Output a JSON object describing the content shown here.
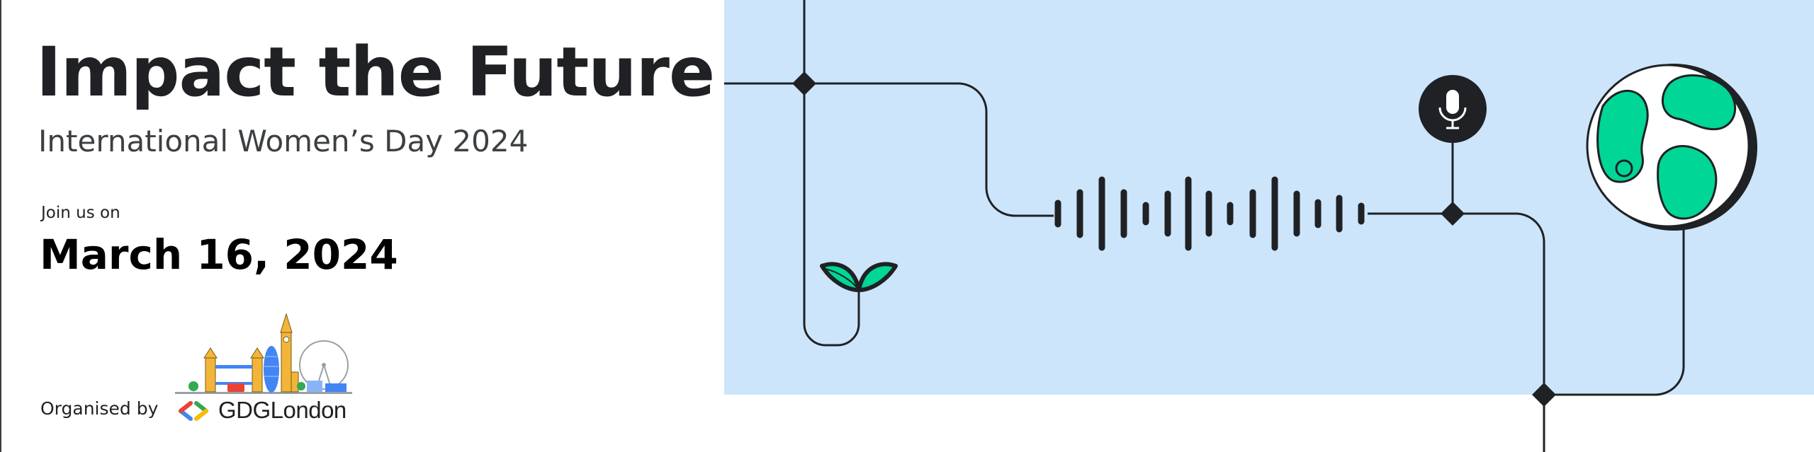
{
  "banner": {
    "title": "Impact the Future",
    "subtitle": "International Women’s Day 2024",
    "join_label": "Join us on",
    "event_date": "March 16, 2024",
    "organised_label": "Organised by",
    "organiser_logo_text": "GDGLondon"
  },
  "colors": {
    "panel_background": "#cce5fb",
    "line": "#202124",
    "accent_green": "#00d696",
    "text_dark": "#202124",
    "logo_blue": "#4285f4",
    "logo_red": "#ea4335",
    "logo_green": "#34a853",
    "logo_yellow": "#fbbc04"
  },
  "icons": [
    "microphone-icon",
    "globe-icon",
    "sprout-icon",
    "sound-wave-icon",
    "london-skyline-icon"
  ]
}
